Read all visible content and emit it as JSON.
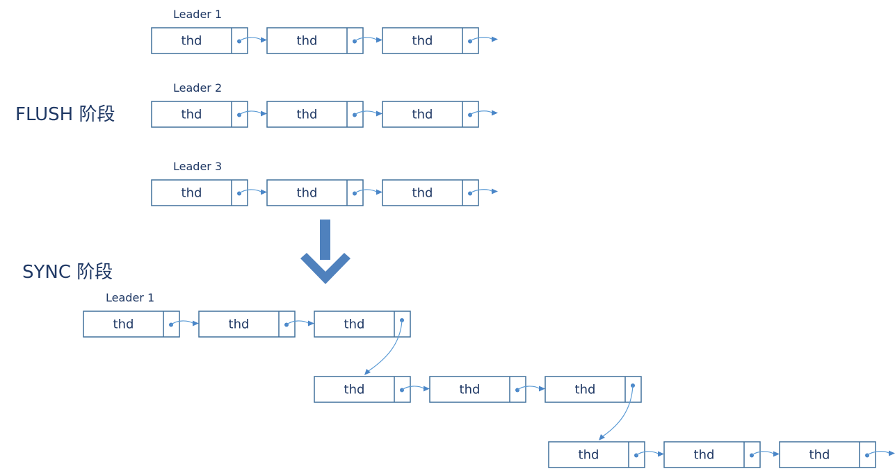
{
  "stages": [
    {
      "label": "FLUSH 阶段",
      "groups": [
        {
          "leader": "Leader 1",
          "rows": [
            [
              "thd",
              "thd",
              "thd"
            ]
          ]
        },
        {
          "leader": "Leader 2",
          "rows": [
            [
              "thd",
              "thd",
              "thd"
            ]
          ]
        },
        {
          "leader": "Leader 3",
          "rows": [
            [
              "thd",
              "thd",
              "thd"
            ]
          ]
        }
      ]
    },
    {
      "label": "SYNC 阶段",
      "groups": [
        {
          "leader": "Leader 1",
          "rows": [
            [
              "thd",
              "thd",
              "thd"
            ],
            [
              "thd",
              "thd",
              "thd"
            ],
            [
              "thd",
              "thd",
              "thd"
            ]
          ]
        }
      ]
    }
  ],
  "colors": {
    "box_border": "#41719C",
    "text": "#1F3864",
    "arrow": "#4F81BD",
    "link": "#5B9BD5"
  }
}
